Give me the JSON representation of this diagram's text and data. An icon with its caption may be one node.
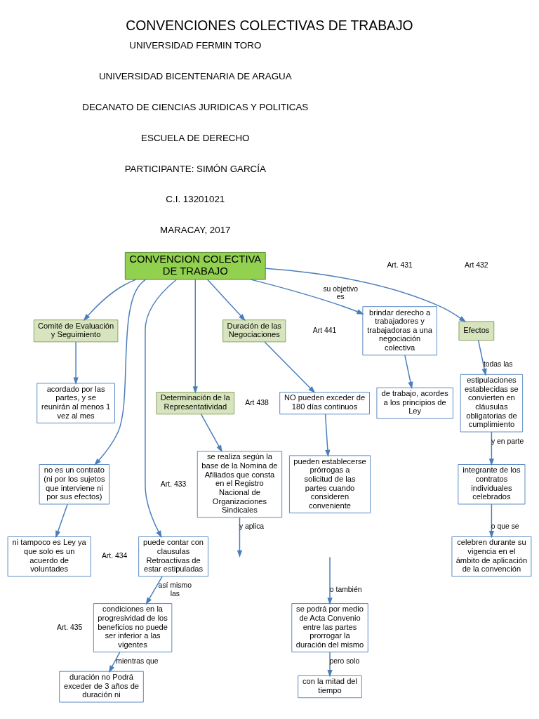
{
  "diagram": {
    "title": "CONVENCIONES COLECTIVAS DE TRABAJO",
    "nodes": [
      {
        "text": [
          "CONVENCION COLECTIVA DE TRABAJO"
        ]
      },
      {
        "text": [
          "Comité de Evaluación y Seguimiento"
        ]
      },
      {
        "text": [
          "brindar derecho a trabajadores y trabajadoras a una negociación colectiva"
        ]
      },
      {
        "text": [
          "acordado por las partes, y se reunirán al menos 1 vez al mes"
        ]
      },
      {
        "text": [
          "Duración de las Negociaciones"
        ]
      },
      {
        "text": [
          "Efectos"
        ]
      },
      {
        "text": [
          "de trabajo, acordes a los principios de Ley"
        ]
      },
      {
        "text": [
          "estipulaciones establecidas se convierten en cláusulas obligatorias de cumplimiento"
        ]
      },
      {
        "text": [
          "NO pueden exceder de 180 días continuos"
        ]
      },
      {
        "text": [
          "integrante de los contratos individuales celebrados"
        ]
      },
      {
        "text": [
          "Determinación de la Representatividad"
        ]
      },
      {
        "text": [
          "no es un contrato (ni por los sujetos que interviene ni por sus efectos)"
        ]
      },
      {
        "text": [
          "ni tampoco es Ley ya que solo es un acuerdo de voluntades"
        ]
      },
      {
        "text": [
          "pueden establecerse prórrogas a solicitud de las partes cuando consideren conveniente"
        ]
      },
      {
        "text": [
          "celebren durante su vigencia en el ámbito de aplicación de la convención"
        ]
      },
      {
        "text": [
          "se realiza según la base de la Nomina de Afiliados que consta en el Registro Nacional de Organizaciones Sindicales"
        ]
      },
      {
        "text": [
          "puede contar con clausulas Retroactivas de estar estipuladas"
        ]
      },
      {
        "text": [
          "condiciones en la progresividad de los beneficios no puede ser inferior a las vigentes"
        ]
      },
      {
        "text": [
          "se podrá por medio de Acta Convenio entre las partes prorrogar la duración del mismo"
        ]
      },
      {
        "text": [
          "con la mitad del tiempo"
        ]
      },
      {
        "text": [
          "duración no Podrá exceder de 3 años de duración ni"
        ]
      }
    ],
    "edges": [
      {
        "from": 0,
        "to": 1,
        "arrow": "to"
      },
      {
        "from": 0,
        "to": 2,
        "arrow": "to",
        "label": "su objetivo es"
      },
      {
        "from": 0,
        "to": 4,
        "arrow": "to"
      },
      {
        "from": 0,
        "to": 5,
        "arrow": "to"
      },
      {
        "from": 0,
        "to": 10,
        "arrow": "to"
      },
      {
        "from": 0,
        "to": 11,
        "arrow": "to"
      },
      {
        "from": 0,
        "to": 16,
        "arrow": "to"
      },
      {
        "from": 1,
        "to": 3,
        "arrow": "to"
      },
      {
        "from": 2,
        "to": 6,
        "arrow": "to"
      },
      {
        "from": 4,
        "to": 8,
        "arrow": "to"
      },
      {
        "from": 8,
        "to": 13,
        "arrow": "to"
      },
      {
        "from": 5,
        "to": 7,
        "arrow": "to",
        "label": "todas las"
      },
      {
        "from": 7,
        "to": 9,
        "arrow": "to",
        "label": "y en parte"
      },
      {
        "from": 9,
        "to": 14,
        "arrow": "to",
        "label": "o que se"
      },
      {
        "from": 10,
        "to": 15,
        "arrow": "to"
      },
      {
        "from": 11,
        "to": 12,
        "arrow": "to"
      },
      {
        "from": 16,
        "to": 17,
        "arrow": "to",
        "label": "así mismo las"
      },
      {
        "from": 17,
        "to": 20,
        "arrow": "to",
        "label": "mientras que"
      },
      {
        "from": 18,
        "to": 19,
        "arrow": "to",
        "label": "pero solo"
      },
      {
        "from": null,
        "to": 18,
        "arrow": "to",
        "label": "o también"
      },
      {
        "from": 15,
        "to": null,
        "arrow": "to",
        "label": "y aplica"
      }
    ],
    "labels": [
      "UNIVERSIDAD FERMIN TORO",
      "UNIVERSIDAD BICENTENARIA DE ARAGUA",
      "DECANATO DE CIENCIAS JURIDICAS Y POLITICAS",
      "ESCUELA DE DERECHO",
      "PARTICIPANTE: SIMÓN GARCÍA",
      "C.I. 13201021",
      "MARACAY, 2017",
      "Art. 431",
      "Art 432",
      "Art 441",
      "Art 438",
      "Art. 433",
      "Art. 434",
      "Art. 435"
    ]
  }
}
